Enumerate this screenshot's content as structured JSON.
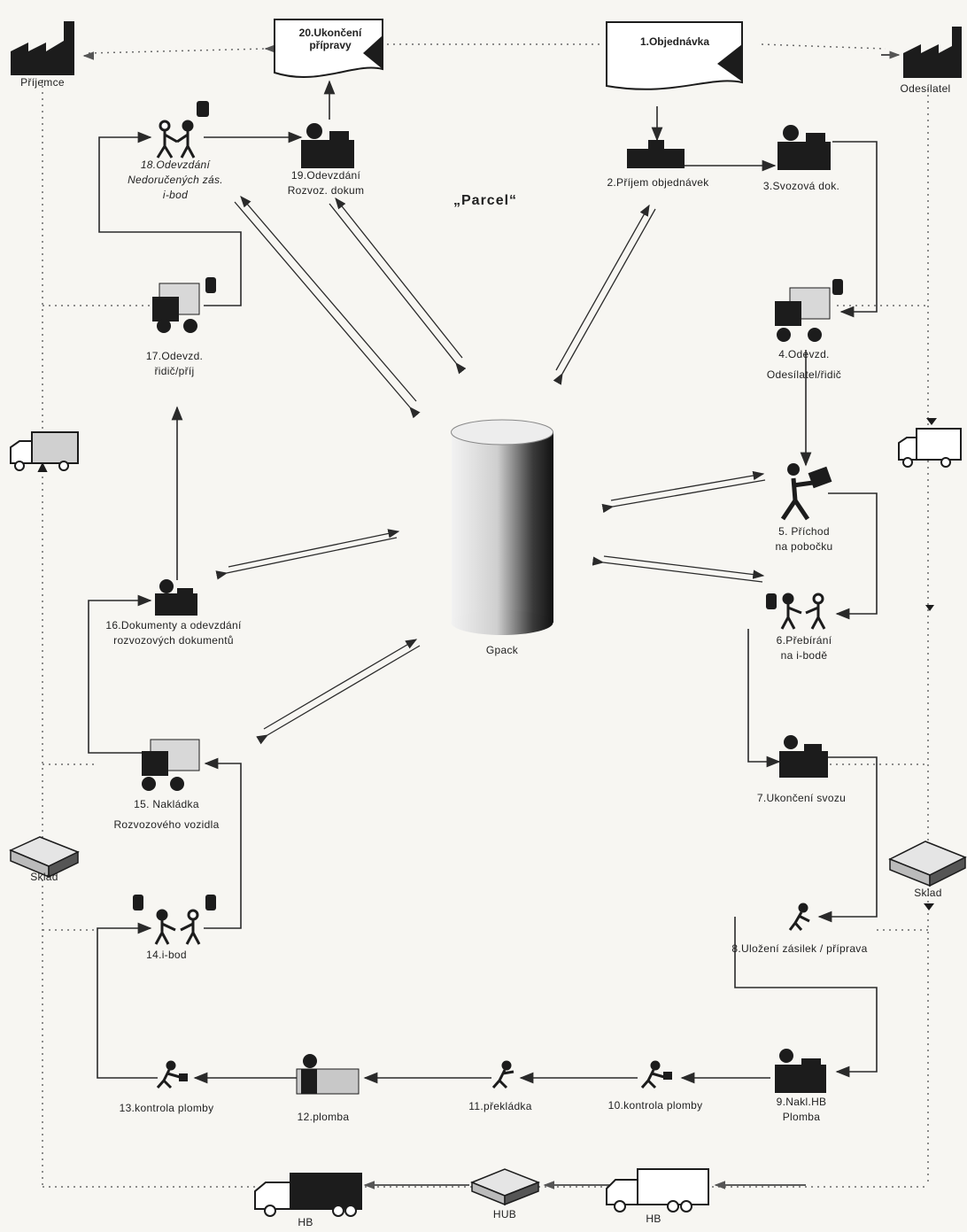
{
  "title": "„Parcel“",
  "actors": {
    "recipient": "Příjemce",
    "sender": "Odesílatel"
  },
  "documents": {
    "order": "1.Objednávka",
    "end_prep": [
      "20.Ukončení",
      "přípravy"
    ]
  },
  "database": "Gpack",
  "steps": {
    "s2": [
      "2.Příjem objednávek"
    ],
    "s3": [
      "3.Svozová dok."
    ],
    "s4": [
      "4.Odevzd.",
      "Odesílatel/řidič"
    ],
    "s5": [
      "5. Příchod",
      "na pobočku"
    ],
    "s6": [
      "6.Přebírání",
      "na i-bodě"
    ],
    "s7": [
      "7.Ukončení svozu"
    ],
    "s8": [
      "8.Uložení zásilek / příprava"
    ],
    "s9": [
      "9.Nakl.HB",
      "Plomba"
    ],
    "s10": [
      "10.kontrola plomby"
    ],
    "s11": [
      "11.překládka"
    ],
    "s12": [
      "12.plomba"
    ],
    "s13": [
      "13.kontrola plomby"
    ],
    "s14": [
      "14.i-bod"
    ],
    "s15": [
      "15. Nakládka",
      "Rozvozového vozidla"
    ],
    "s16": [
      "16.Dokumenty a odevzdání",
      "rozvozových dokumentů"
    ],
    "s17": [
      "17.Odevzd.",
      "řidič/příj"
    ],
    "s18": [
      "18.Odevzdání",
      "Nedoručených zás.",
      "i-bod"
    ],
    "s19": [
      "19.Odevzdání",
      "Rozvoz. dokum"
    ]
  },
  "warehouses": {
    "left": "Sklad",
    "right": "Sklad"
  },
  "transport": {
    "hb_left": "HB",
    "hub": "HUB",
    "hb_right": "HB"
  },
  "colors": {
    "line": "#2a2a2a",
    "dotted": "#6a6a6a",
    "icon": "#1c1c1c",
    "paper": "#f7f6f2"
  }
}
